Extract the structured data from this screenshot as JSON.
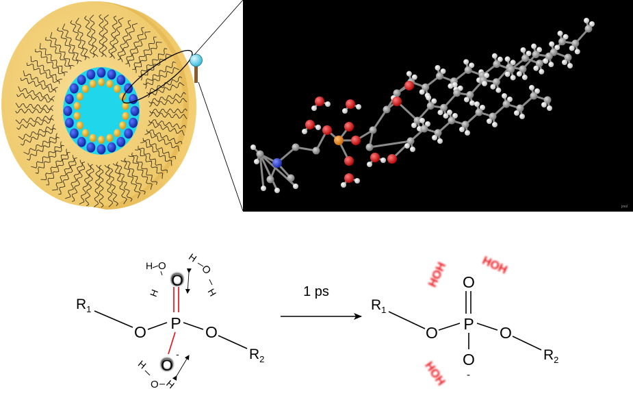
{
  "scheme": {
    "left": {
      "R1": "R",
      "R1_sub": "1",
      "R2": "R",
      "R2_sub": "2",
      "O_left": "O",
      "O_right": "O",
      "P": "P",
      "O_top": "O",
      "O_bottom": "O",
      "charge": "-",
      "water_1": {
        "H1": "H",
        "O": "O",
        "H2": "H"
      },
      "water_2": {
        "H1": "H",
        "O": "O",
        "H2": "H"
      },
      "water_3": {
        "H1": "H",
        "O": "O",
        "H2": "H"
      }
    },
    "arrow_label": "1 ps",
    "right": {
      "R1": "R",
      "R1_sub": "1",
      "R2": "R",
      "R2_sub": "2",
      "O_left": "O",
      "O_right": "O",
      "P": "P",
      "O_top": "O",
      "O_bottom": "O",
      "charge": "-",
      "water_label": "HOH"
    }
  },
  "colors": {
    "water_red": "#e8141c",
    "disc_outer": "#f3cf72",
    "disc_core": "#1fd6ea",
    "head_blue": "#1030c8",
    "head_gold": "#f0b21a",
    "carbon": "#8c8c8c",
    "oxygen": "#e01010",
    "phosphorus": "#ef8a18",
    "nitrogen": "#2a40d8",
    "hydrogen": "#f2f2f2"
  },
  "render_watermark": "jmol"
}
